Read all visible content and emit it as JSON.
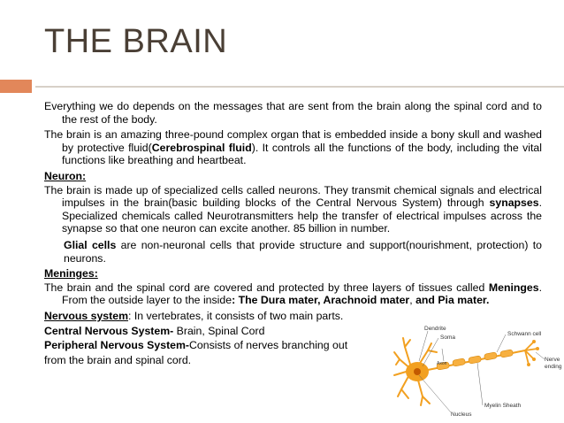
{
  "slide": {
    "title": "THE BRAIN"
  },
  "body": {
    "p1": "Everything we do depends on the messages that are sent from the brain along the spinal cord and to the rest of the body.",
    "p2_a": "The brain is an amazing three-pound complex organ that is embedded inside a bony skull and washed by protective fluid(",
    "p2_b": "Cerebrospinal fluid",
    "p2_c": "). It controls all the functions of the body, including the vital functions like breathing and heartbeat.",
    "neuron_heading": "Neuron:",
    "p3_a": "The brain is made up of specialized cells called neurons. They transmit chemical signals and electrical impulses in the brain(basic building blocks of the Central Nervous System) through ",
    "p3_b": "synapses",
    "p3_c": ". Specialized chemicals called Neurotransmitters help the transfer of electrical impulses across the synapse so that one neuron can excite another. 85 billion in number.",
    "p4_a": "Glial cells",
    "p4_b": " are non-neuronal cells that provide structure and support(nourishment, protection) to neurons.",
    "meninges_heading": "Meninges:",
    "p5_a": "The brain and the spinal cord are covered and protected by three layers of tissues called ",
    "p5_b": "Meninges",
    "p5_c": ". From the outside layer to the inside",
    "p5_d": ": The Dura mater, Arachnoid mater",
    "p5_e": ", ",
    "p5_f": "and Pia mater.",
    "ns_a": "Nervous system",
    "ns_b": ": In vertebrates, it consists of two main parts.",
    "cns_a": "Central Nervous System-",
    "cns_b": " Brain, Spinal Cord",
    "pns_a": "Peripheral Nervous System-",
    "pns_b": "Consists of nerves branching out",
    "pns_c": "from the brain and spinal cord."
  },
  "diagram": {
    "labels": {
      "dendrite": "Dendrite",
      "soma": "Soma",
      "axon": "Axon",
      "schwann": "Schwann cell",
      "nerve_ending_1": "Nerve",
      "nerve_ending_2": "ending",
      "myelin": "Myelin Sheath",
      "nucleus": "Nucleus"
    }
  },
  "colors": {
    "title": "#4a3f35",
    "accent_orange": "#e2875a",
    "rule": "#d7d0c8",
    "neuron_orange": "#f2a020"
  }
}
